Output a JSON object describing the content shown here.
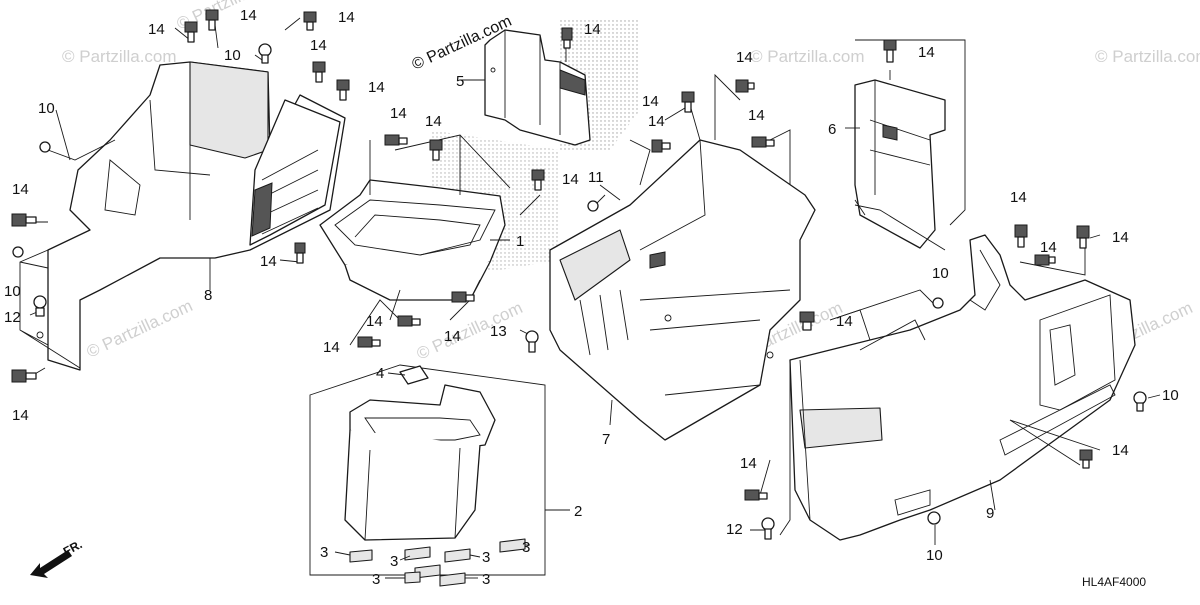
{
  "copyright": "© Partzilla.com",
  "watermark": "© Partzilla.com",
  "diagram_code": "HL4AF4000",
  "front_marker": "FR.",
  "callouts": {
    "c1": "1",
    "c2": "2",
    "c3": "3",
    "c4": "4",
    "c5": "5",
    "c6": "6",
    "c7": "7",
    "c8": "8",
    "c9": "9",
    "c10": "10",
    "c11": "11",
    "c12": "12",
    "c13": "13",
    "c14": "14"
  },
  "colors": {
    "line": "#1a1a1a",
    "stipple": "#9a9a9a",
    "watermark": "#cfcfcf"
  }
}
